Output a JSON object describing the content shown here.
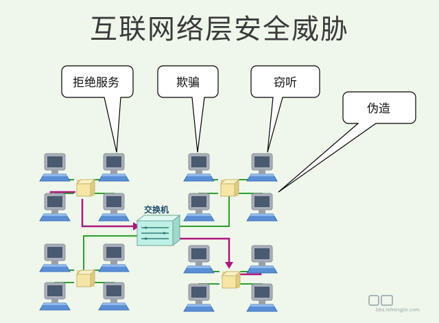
{
  "slide": {
    "title": "互联网络层安全威胁",
    "threats": [
      {
        "id": "dos",
        "label": "拒绝服务"
      },
      {
        "id": "spoof",
        "label": "欺骗"
      },
      {
        "id": "eavesdrop",
        "label": "窃听"
      },
      {
        "id": "forge",
        "label": "伪造"
      }
    ],
    "switch_label": "交换机",
    "watermark_url": "bbs.lehengjie.com"
  },
  "colors": {
    "background": "#eef7ea",
    "link_green": "#2aa02a",
    "attack_magenta": "#b0137e",
    "hub_fill": "#f5e6a6",
    "switch_fill": "#bff0e6",
    "monitor_frame": "#a9aeb8",
    "monitor_screen": "#4a5a70",
    "computer_base": "#5a8fd6"
  }
}
